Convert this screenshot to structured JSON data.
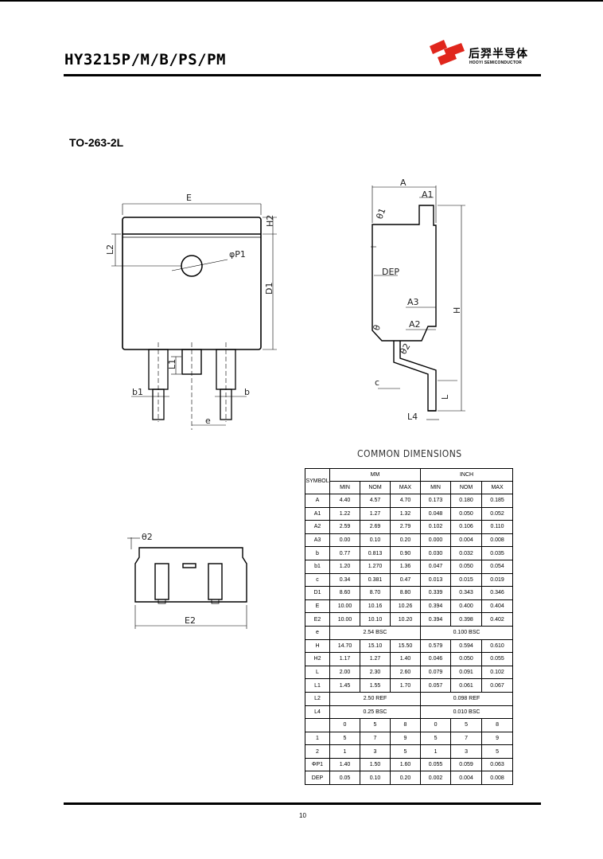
{
  "header": {
    "title": "HY3215P/M/B/PS/PM",
    "logo_cn": "后羿半导体",
    "logo_en": "HOOYI SEMICONDUCTOR"
  },
  "package": "TO-263-2L",
  "drawing_labels": {
    "E": "E",
    "H2": "H2",
    "L2": "L2",
    "phiP1": "φP1",
    "D1": "D1",
    "L1": "L1",
    "b1": "b1",
    "b": "b",
    "e": "e",
    "A": "A",
    "A1": "A1",
    "theta1": "θ1",
    "DEP": "DEP",
    "A3": "A3",
    "A2": "A2",
    "H": "H",
    "theta": "θ",
    "theta2": "θ2",
    "c": "c",
    "L": "L",
    "L4": "L4",
    "E2": "E2",
    "theta2b": "θ2"
  },
  "table": {
    "title": "COMMON DIMENSIONS",
    "col_symbol": "SYMBOL",
    "col_mm": "MM",
    "col_inch": "INCH",
    "sub": [
      "MIN",
      "NOM",
      "MAX",
      "MIN",
      "NOM",
      "MAX"
    ],
    "rows": [
      [
        "A",
        "4.40",
        "4.57",
        "4.70",
        "0.173",
        "0.180",
        "0.185"
      ],
      [
        "A1",
        "1.22",
        "1.27",
        "1.32",
        "0.048",
        "0.050",
        "0.052"
      ],
      [
        "A2",
        "2.59",
        "2.69",
        "2.79",
        "0.102",
        "0.106",
        "0.110"
      ],
      [
        "A3",
        "0.00",
        "0.10",
        "0.20",
        "0.000",
        "0.004",
        "0.008"
      ],
      [
        "b",
        "0.77",
        "0.813",
        "0.90",
        "0.030",
        "0.032",
        "0.035"
      ],
      [
        "b1",
        "1.20",
        "1.270",
        "1.36",
        "0.047",
        "0.050",
        "0.054"
      ],
      [
        "c",
        "0.34",
        "0.381",
        "0.47",
        "0.013",
        "0.015",
        "0.019"
      ],
      [
        "D1",
        "8.60",
        "8.70",
        "8.80",
        "0.339",
        "0.343",
        "0.346"
      ],
      [
        "E",
        "10.00",
        "10.16",
        "10.26",
        "0.394",
        "0.400",
        "0.404"
      ],
      [
        "E2",
        "10.00",
        "10.10",
        "10.20",
        "0.394",
        "0.398",
        "0.402"
      ],
      [
        "e",
        "2.54 BSC",
        "",
        "",
        "0.100 BSC",
        "",
        ""
      ],
      [
        "H",
        "14.70",
        "15.10",
        "15.50",
        "0.579",
        "0.594",
        "0.610"
      ],
      [
        "H2",
        "1.17",
        "1.27",
        "1.40",
        "0.046",
        "0.050",
        "0.055"
      ],
      [
        "L",
        "2.00",
        "2.30",
        "2.60",
        "0.079",
        "0.091",
        "0.102"
      ],
      [
        "L1",
        "1.45",
        "1.55",
        "1.70",
        "0.057",
        "0.061",
        "0.067"
      ],
      [
        "L2",
        "2.50 REF",
        "",
        "",
        "0.098 REF",
        "",
        ""
      ],
      [
        "L4",
        "0.25 BSC",
        "",
        "",
        "0.010 BSC",
        "",
        ""
      ],
      [
        "",
        "0",
        "5",
        "8",
        "0",
        "5",
        "8"
      ],
      [
        "1",
        "5",
        "7",
        "9",
        "5",
        "7",
        "9"
      ],
      [
        "2",
        "1",
        "3",
        "5",
        "1",
        "3",
        "5"
      ],
      [
        "ΦP1",
        "1.40",
        "1.50",
        "1.60",
        "0.055",
        "0.059",
        "0.063"
      ],
      [
        "DEP",
        "0.05",
        "0.10",
        "0.20",
        "0.002",
        "0.004",
        "0.008"
      ]
    ]
  },
  "page_number": "10"
}
